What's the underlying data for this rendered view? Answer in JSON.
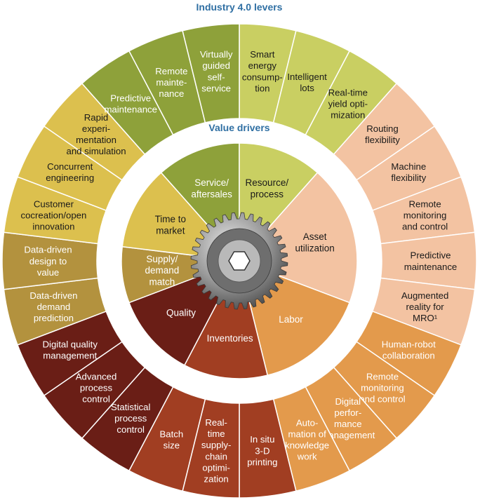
{
  "titles": {
    "levers": "Industry 4.0 levers",
    "drivers": "Value drivers"
  },
  "colors": {
    "service_dark": "#8ea13a",
    "resource_light": "#c9cf62",
    "asset_peach": "#f3c3a2",
    "labor_orange": "#e39a4c",
    "inventories_rust": "#a13e22",
    "quality_maroon": "#6a1e16",
    "supply_tan": "#b3923e",
    "time_yellow": "#dcc04e",
    "title_blue": "#2f6fa3"
  },
  "value_drivers": [
    {
      "id": "service",
      "label": [
        "Service/",
        "aftersales"
      ],
      "color": "#8ea13a",
      "text_color": "#ffffff"
    },
    {
      "id": "resource",
      "label": [
        "Resource/",
        "process"
      ],
      "color": "#c9cf62",
      "text_color": "#1a1a1a"
    },
    {
      "id": "asset",
      "label": [
        "Asset",
        "utilization"
      ],
      "color": "#f3c3a2",
      "text_color": "#1a1a1a"
    },
    {
      "id": "labor",
      "label": [
        "Labor"
      ],
      "color": "#e39a4c",
      "text_color": "#ffffff"
    },
    {
      "id": "inventories",
      "label": [
        "Inventories"
      ],
      "color": "#a13e22",
      "text_color": "#ffffff"
    },
    {
      "id": "quality",
      "label": [
        "Quality"
      ],
      "color": "#6a1e16",
      "text_color": "#ffffff"
    },
    {
      "id": "supply",
      "label": [
        "Supply/",
        "demand",
        "match"
      ],
      "color": "#b3923e",
      "text_color": "#ffffff"
    },
    {
      "id": "time",
      "label": [
        "Time to",
        "market"
      ],
      "color": "#dcc04e",
      "text_color": "#1a1a1a"
    }
  ],
  "levers": [
    {
      "driver": "resource",
      "label": [
        "Smart",
        "energy",
        "consump-",
        "tion"
      ],
      "color": "#c9cf62",
      "text_color": "#1a1a1a"
    },
    {
      "driver": "resource",
      "label": [
        "Intelligent",
        "lots"
      ],
      "color": "#c9cf62",
      "text_color": "#1a1a1a"
    },
    {
      "driver": "resource",
      "label": [
        "Real-time",
        "yield opti-",
        "mization"
      ],
      "color": "#c9cf62",
      "text_color": "#1a1a1a"
    },
    {
      "driver": "asset",
      "label": [
        "Routing",
        "flexibility"
      ],
      "color": "#f3c3a2",
      "text_color": "#1a1a1a"
    },
    {
      "driver": "asset",
      "label": [
        "Machine",
        "flexibility"
      ],
      "color": "#f3c3a2",
      "text_color": "#1a1a1a"
    },
    {
      "driver": "asset",
      "label": [
        "Remote",
        "monitoring",
        "and control"
      ],
      "color": "#f3c3a2",
      "text_color": "#1a1a1a"
    },
    {
      "driver": "asset",
      "label": [
        "Predictive",
        "maintenance"
      ],
      "color": "#f3c3a2",
      "text_color": "#1a1a1a"
    },
    {
      "driver": "asset",
      "label": [
        "Augmented",
        "reality for",
        "MRO¹"
      ],
      "color": "#f3c3a2",
      "text_color": "#1a1a1a"
    },
    {
      "driver": "labor",
      "label": [
        "Human-robot",
        "collaboration"
      ],
      "color": "#e39a4c",
      "text_color": "#ffffff"
    },
    {
      "driver": "labor",
      "label": [
        "Remote",
        "monitoring",
        "and control"
      ],
      "color": "#e39a4c",
      "text_color": "#ffffff"
    },
    {
      "driver": "labor",
      "label": [
        "Digital",
        "perfor-",
        "mance",
        "management"
      ],
      "color": "#e39a4c",
      "text_color": "#ffffff"
    },
    {
      "driver": "labor",
      "label": [
        "Auto-",
        "mation of",
        "knowledge",
        "work"
      ],
      "color": "#e39a4c",
      "text_color": "#ffffff"
    },
    {
      "driver": "inventories",
      "label": [
        "In situ",
        "3-D",
        "printing"
      ],
      "color": "#a13e22",
      "text_color": "#ffffff"
    },
    {
      "driver": "inventories",
      "label": [
        "Real-",
        "time",
        "supply-",
        "chain",
        "optimi-",
        "zation"
      ],
      "color": "#a13e22",
      "text_color": "#ffffff"
    },
    {
      "driver": "inventories",
      "label": [
        "Batch",
        "size"
      ],
      "color": "#a13e22",
      "text_color": "#ffffff"
    },
    {
      "driver": "quality",
      "label": [
        "Statistical",
        "process",
        "control"
      ],
      "color": "#6a1e16",
      "text_color": "#ffffff"
    },
    {
      "driver": "quality",
      "label": [
        "Advanced",
        "process",
        "control"
      ],
      "color": "#6a1e16",
      "text_color": "#ffffff"
    },
    {
      "driver": "quality",
      "label": [
        "Digital quality",
        "management"
      ],
      "color": "#6a1e16",
      "text_color": "#ffffff"
    },
    {
      "driver": "supply",
      "label": [
        "Data-driven",
        "demand",
        "prediction"
      ],
      "color": "#b3923e",
      "text_color": "#ffffff"
    },
    {
      "driver": "supply",
      "label": [
        "Data-driven",
        "design to",
        "value"
      ],
      "color": "#b3923e",
      "text_color": "#ffffff"
    },
    {
      "driver": "time",
      "label": [
        "Customer",
        "cocreation/open",
        "innovation"
      ],
      "color": "#dcc04e",
      "text_color": "#1a1a1a"
    },
    {
      "driver": "time",
      "label": [
        "Concurrent",
        "engineering"
      ],
      "color": "#dcc04e",
      "text_color": "#1a1a1a"
    },
    {
      "driver": "time",
      "label": [
        "Rapid",
        "experi-",
        "mentation",
        "and simulation"
      ],
      "color": "#dcc04e",
      "text_color": "#1a1a1a"
    },
    {
      "driver": "service",
      "label": [
        "Predictive",
        "maintenance"
      ],
      "color": "#8ea13a",
      "text_color": "#ffffff"
    },
    {
      "driver": "service",
      "label": [
        "Remote",
        "mainte-",
        "nance"
      ],
      "color": "#8ea13a",
      "text_color": "#ffffff"
    },
    {
      "driver": "service",
      "label": [
        "Virtually",
        "guided",
        "self-",
        "service"
      ],
      "color": "#8ea13a",
      "text_color": "#ffffff"
    }
  ]
}
